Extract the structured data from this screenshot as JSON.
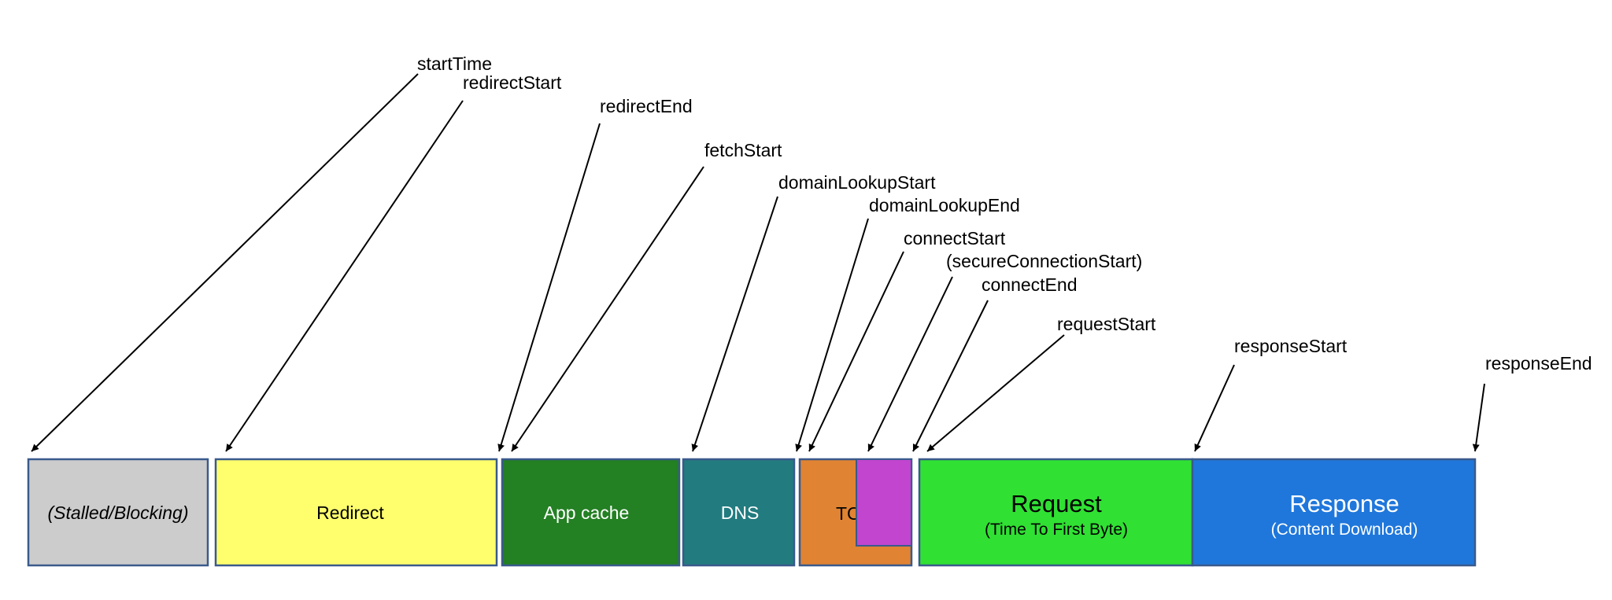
{
  "segments": [
    {
      "key": "stalled",
      "label": "(Stalled/Blocking)",
      "color": "#cccccc",
      "text_color": "#000000",
      "italic": true
    },
    {
      "key": "redirect",
      "label": "Redirect",
      "color": "#ffff6e",
      "text_color": "#000000"
    },
    {
      "key": "appcache",
      "label": "App cache",
      "color": "#238023",
      "text_color": "#ffffff"
    },
    {
      "key": "dns",
      "label": "DNS",
      "color": "#227b7f",
      "text_color": "#ffffff"
    },
    {
      "key": "tcp",
      "label": "TCP",
      "color": "#e08333",
      "text_color": "#000000"
    },
    {
      "key": "ssl",
      "label": "",
      "color": "#c145cf",
      "text_color": "#000000"
    },
    {
      "key": "request",
      "label": "Request",
      "sublabel": "(Time To First Byte)",
      "color": "#30e033",
      "text_color": "#000000"
    },
    {
      "key": "response",
      "label": "Response",
      "sublabel": "(Content Download)",
      "color": "#1f77db",
      "text_color": "#ffffff"
    }
  ],
  "markers": [
    {
      "key": "startTime",
      "label": "startTime"
    },
    {
      "key": "redirectStart",
      "label": "redirectStart"
    },
    {
      "key": "redirectEnd",
      "label": "redirectEnd"
    },
    {
      "key": "fetchStart",
      "label": "fetchStart"
    },
    {
      "key": "domainLookupStart",
      "label": "domainLookupStart"
    },
    {
      "key": "domainLookupEnd",
      "label": "domainLookupEnd"
    },
    {
      "key": "connectStart",
      "label": "connectStart"
    },
    {
      "key": "secureConnectionStart",
      "label": "(secureConnectionStart)"
    },
    {
      "key": "connectEnd",
      "label": "connectEnd"
    },
    {
      "key": "requestStart",
      "label": "requestStart"
    },
    {
      "key": "responseStart",
      "label": "responseStart"
    },
    {
      "key": "responseEnd",
      "label": "responseEnd"
    }
  ],
  "colors": {
    "border": "#3a5a8c",
    "line": "#000000"
  }
}
